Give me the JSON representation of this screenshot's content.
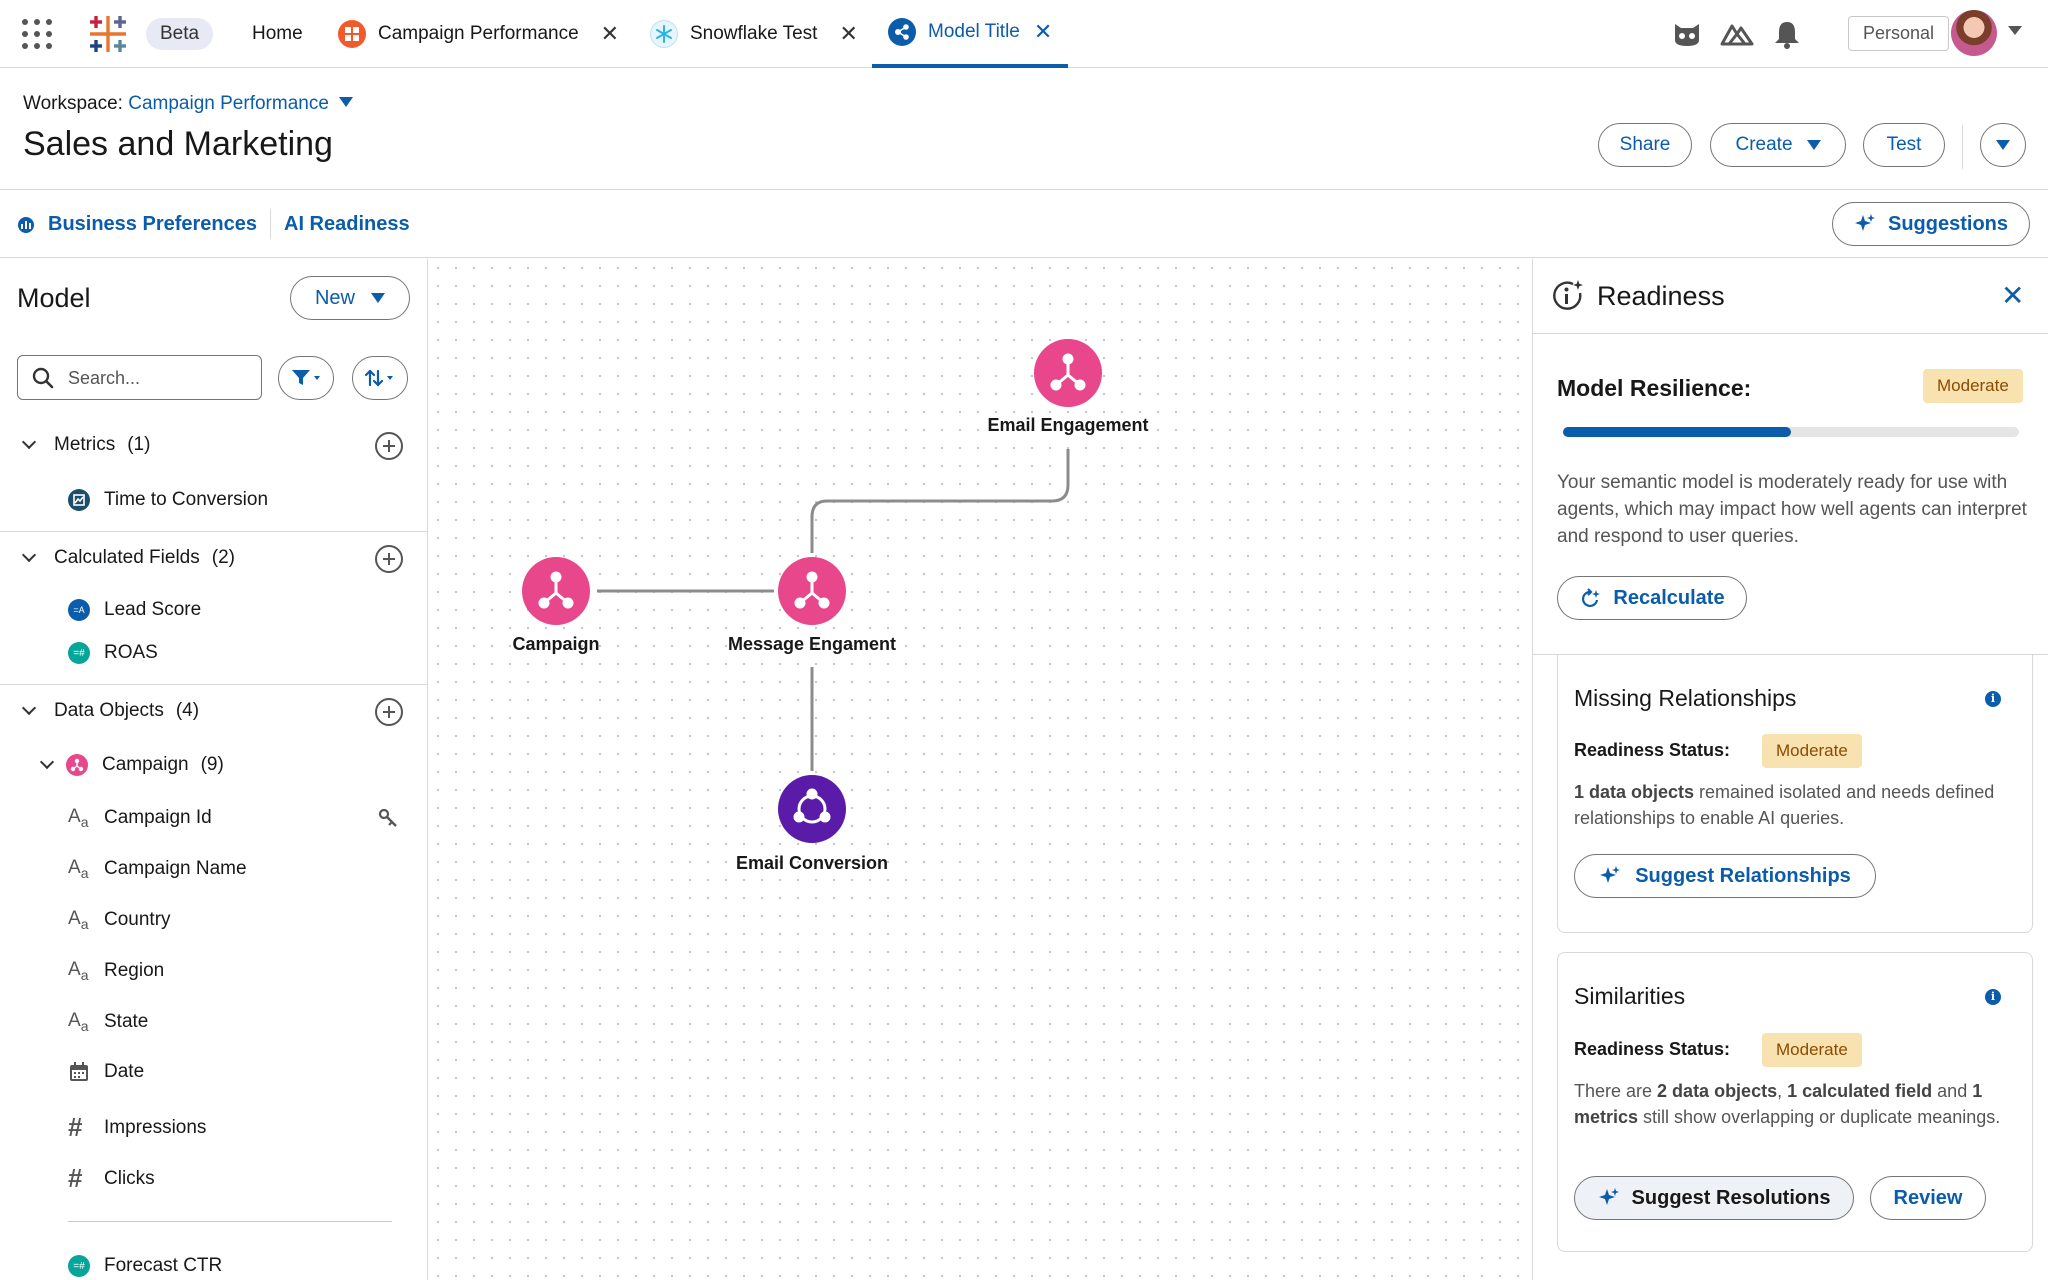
{
  "topbar": {
    "beta": "Beta",
    "tabs": [
      {
        "label": "Home"
      },
      {
        "label": "Campaign Performance"
      },
      {
        "label": "Snowflake Test"
      },
      {
        "label": "Model Title"
      }
    ],
    "close_glyph": "✕",
    "personal": "Personal",
    "icons": [
      "waffle-icon",
      "tableau-logo",
      "agent-icon",
      "trailhead-icon",
      "bell-icon",
      "avatar"
    ]
  },
  "header": {
    "workspace_label": "Workspace:",
    "workspace_name": "Campaign Performance",
    "title": "Sales and Marketing",
    "share": "Share",
    "create": "Create",
    "test": "Test"
  },
  "subnav": {
    "business_preferences": "Business Preferences",
    "ai_readiness": "AI Readiness",
    "suggestions": "Suggestions"
  },
  "model": {
    "title": "Model",
    "new_button": "New",
    "search_placeholder": "Search...",
    "sections": {
      "metrics": {
        "label": "Metrics",
        "count": "(1)",
        "items": [
          "Time to Conversion"
        ]
      },
      "calculated": {
        "label": "Calculated Fields",
        "count": "(2)",
        "items": [
          "Lead Score",
          "ROAS"
        ]
      },
      "data_objects": {
        "label": "Data Objects",
        "count": "(4)",
        "campaign": {
          "label": "Campaign",
          "count": "(9)"
        },
        "fields": [
          "Campaign Id",
          "Campaign Name",
          "Country",
          "Region",
          "State",
          "Date",
          "Impressions",
          "Clicks"
        ],
        "extra": "Forecast CTR"
      }
    }
  },
  "graph": {
    "nodes": {
      "email_engagement": "Email Engagement",
      "campaign": "Campaign",
      "message_engagement": "Message Engament",
      "email_conversion": "Email Conversion"
    },
    "colors": {
      "pink": "#e8478b",
      "purple": "#5a1ba9"
    }
  },
  "readiness": {
    "title": "Readiness",
    "resilience_label": "Model Resilience:",
    "resilience_status": "Moderate",
    "progress": 0.5,
    "description": "Your semantic model is moderately ready for use with agents, which may impact how well agents can interpret and respond to user queries.",
    "recalculate": "Recalculate",
    "missing": {
      "title": "Missing Relationships",
      "status_label": "Readiness Status:",
      "status": "Moderate",
      "desc_bold": "1 data objects",
      "desc_rest": " remained isolated and needs defined relationships to enable AI queries.",
      "action": "Suggest Relationships"
    },
    "similarities": {
      "title": "Similarities",
      "status_label": "Readiness Status:",
      "status": "Moderate",
      "desc_1": "There are ",
      "desc_b1": "2 data objects",
      "desc_2": ", ",
      "desc_b2": "1 calculated field",
      "desc_3": " and ",
      "desc_b3": "1 metrics",
      "desc_4": " still show overlapping or duplicate meanings.",
      "action": "Suggest Resolutions",
      "review": "Review"
    }
  }
}
